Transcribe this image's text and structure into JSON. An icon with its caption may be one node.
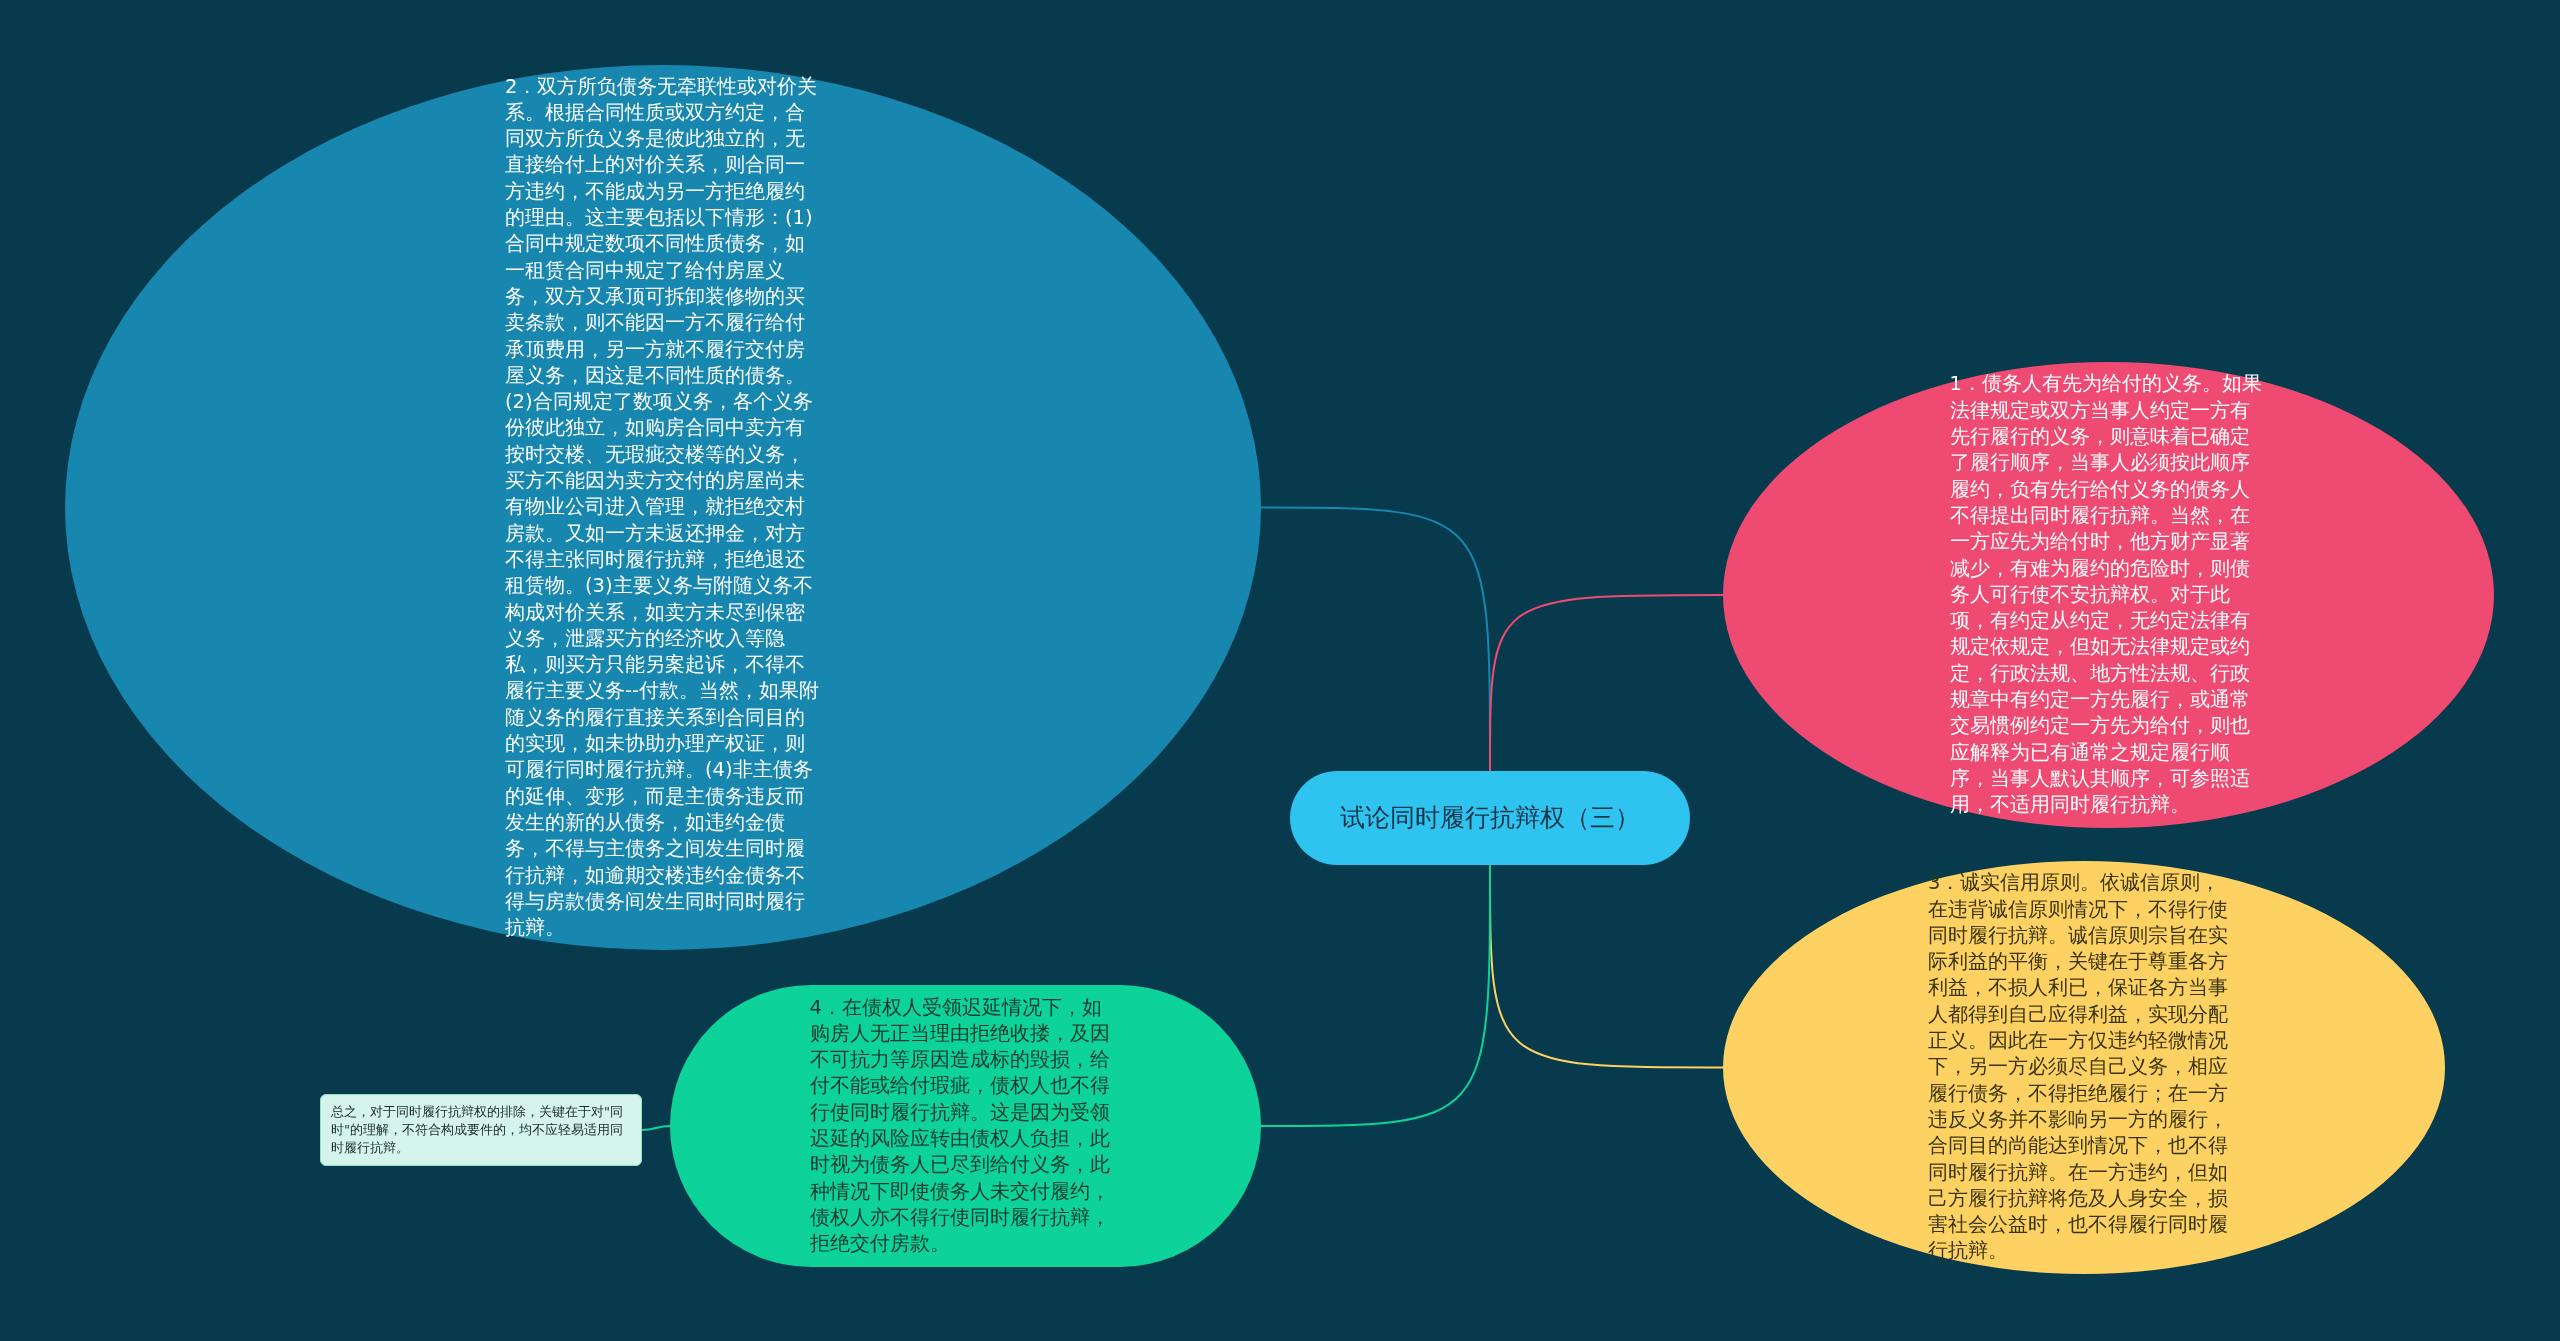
{
  "diagram": {
    "nodes": [
      {
        "text": [
          "试论同时履行抗辩权（三）"
        ]
      },
      {
        "text": [
          "2．双方所负债务无牵联性或对价关系。根据合同性质或双方约定，合同双方所负义务是彼此独立的，无直接给付上的对价关系，则合同一方违约，不能成为另一方拒绝履约的理由。这主要包括以下情形：(1)合同中规定数项不同性质债务，如一租赁合同中规定了给付房屋义务，双方又承顶可拆卸装修物的买卖条款，则不能因一方不履行给付承顶费用，另一方就不履行交付房屋义务，因这是不同性质的债务。(2)合同规定了数项义务，各个义务份彼此独立，如购房合同中卖方有按时交楼、无瑕疵交楼等的义务，买方不能因为卖方交付的房屋尚未有物业公司进入管理，就拒绝交村房款。又如一方未返还押金，对方不得主张同时履行抗辩，拒绝退还租赁物。(3)主要义务与附随义务不构成对价关系，如卖方未尽到保密义务，泄露买方的经济收入等隐私，则买方只能另案起诉，不得不履行主要义务--付款。当然，如果附随义务的履行直接关系到合同目的的实现，如未协助办理产权证，则可履行同时履行抗辩。(4)非主债务的延伸、变形，而是主债务违反而发生的新的从债务，如违约金债务，不得与主债务之间发生同时履行抗辩，如逾期交楼违约金债务不得与房款债务间发生同时同时履行抗辩。"
        ]
      },
      {
        "text": [
          "1．债务人有先为给付的义务。如果法律规定或双方当事人约定一方有先行履行的义务，则意味着已确定了履行顺序，当事人必须按此顺序履约，负有先行给付义务的债务人不得提出同时履行抗辩。当然，在一方应先为给付时，他方财产显著减少，有难为履约的危险时，则债务人可行使不安抗辩权。对于此项，有约定从约定，无约定法律有规定依规定，但如无法律规定或约定，行政法规、地方性法规、行政规章中有约定一方先履行，或通常交易惯例约定一方先为给付，则也应解释为已有通常之规定履行顺序，当事人默认其顺序，可参照适用，不适用同时履行抗辩。"
        ]
      },
      {
        "text": [
          "3．诚实信用原则。依诚信原则，在违背诚信原则情况下，不得行使同时履行抗辩。诚信原则宗旨在实际利益的平衡，关键在于尊重各方利益，不损人利已，保证各方当事人都得到自己应得利益，实现分配正义。因此在一方仅违约轻微情况下，另一方必须尽自己义务，相应履行债务，不得拒绝履行；在一方违反义务并不影响另一方的履行，合同目的尚能达到情况下，也不得同时履行抗辩。在一方违约，但如己方履行抗辩将危及人身安全，损害社会公益时，也不得履行同时履行抗辩。"
        ]
      },
      {
        "text": [
          "4．在债权人受领迟延情况下，如购房人无正当理由拒绝收搂，及因不可抗力等原因造成标的毁损，给付不能或给付瑕疵，债权人也不得行使同时履行抗辩。这是因为受领迟延的风险应转由债权人负担，此时视为债务人已尽到给付义务，此种情况下即使债务人未交付履约，债权人亦不得行使同时履行抗辩，拒绝交付房款。"
        ]
      },
      {
        "text": [
          "总之，对于同时履行抗辩权的排除，关键在于对\"同时\"的理解，不符合构成要件的，均不应轻易适用同时履行抗辩。"
        ]
      }
    ],
    "edges": [
      {
        "from": 0,
        "to": 1,
        "arrow": "none",
        "color": "#1787b0"
      },
      {
        "from": 0,
        "to": 2,
        "arrow": "none",
        "color": "#ef4a72"
      },
      {
        "from": 0,
        "to": 3,
        "arrow": "none",
        "color": "#fdd263"
      },
      {
        "from": 0,
        "to": 4,
        "arrow": "none",
        "color": "#0dd39a"
      },
      {
        "from": 4,
        "to": 5,
        "arrow": "none",
        "color": "#0dd39a"
      }
    ]
  }
}
